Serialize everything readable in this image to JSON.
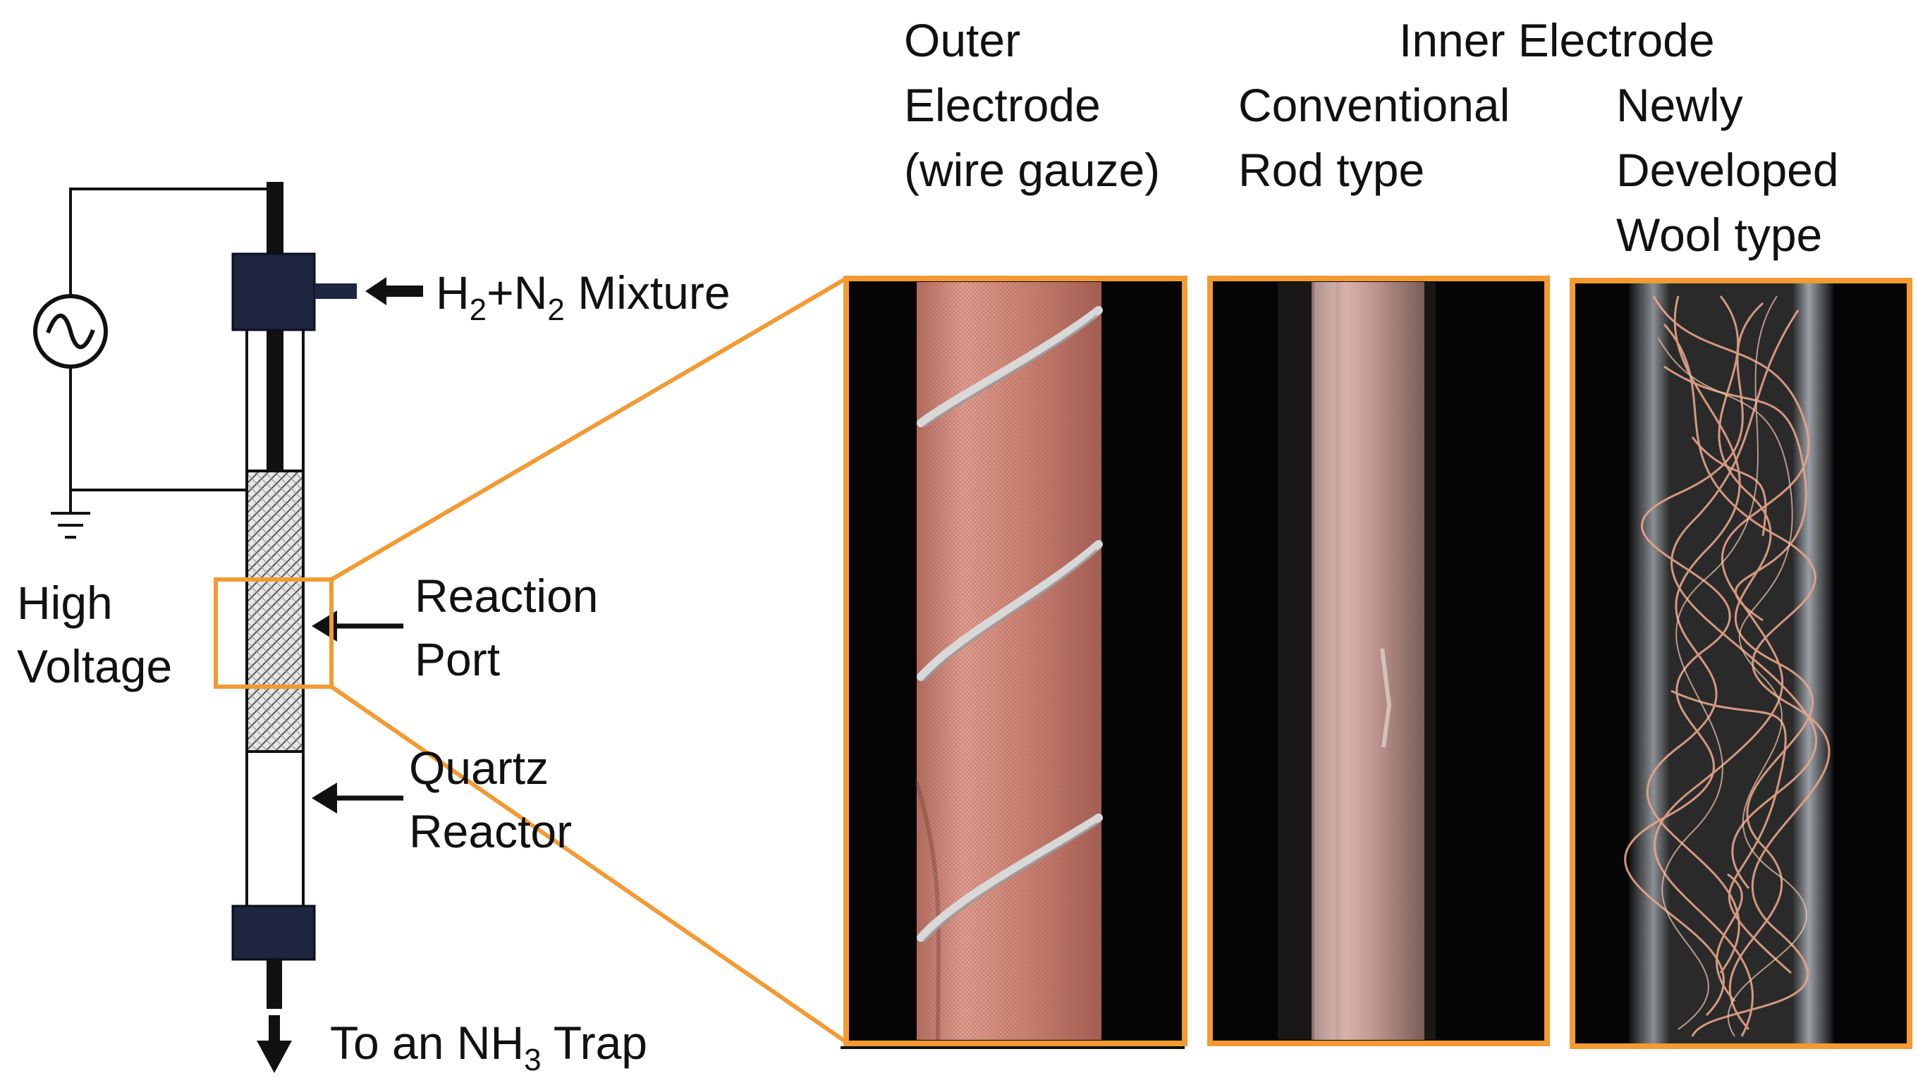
{
  "colors": {
    "frame": "#F39A33",
    "ink": "#111111",
    "electrode_block": "#1E2640",
    "copper": "#D98C7C",
    "rod": "#C9A19A",
    "wool": "#E8A58A",
    "background_photo": "#050505"
  },
  "schematic": {
    "power_source_icon": "ac-source-icon",
    "ground_icon": "ground-icon",
    "labels": {
      "high_voltage_line1": "High",
      "high_voltage_line2": "Voltage",
      "gas_in": "H",
      "gas_in_sub1": "2",
      "gas_in_plus": "+N",
      "gas_in_sub2": "2",
      "gas_in_rest": " Mixture",
      "reaction_line1": "Reaction",
      "reaction_line2": "Port",
      "quartz_line1": "Quartz",
      "quartz_line2": "Reactor",
      "trap_prefix": "To an NH",
      "trap_sub": "3",
      "trap_suffix": " Trap"
    }
  },
  "photos": {
    "outer": {
      "heading_line1": "Outer",
      "heading_line2": "Electrode",
      "heading_line3": "(wire gauze)"
    },
    "inner_heading": "Inner Electrode",
    "rod": {
      "heading_line1": "Conventional",
      "heading_line2": "Rod type"
    },
    "wool": {
      "heading_line1": "Newly",
      "heading_line2": "Developed",
      "heading_line3": "Wool type"
    }
  }
}
